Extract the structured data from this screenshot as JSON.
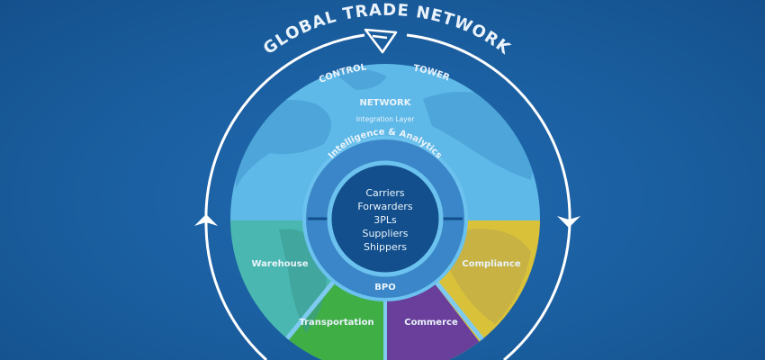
{
  "title": "GLOBAL TRADE NETWORK",
  "control_tower": {
    "left": "CONTROL",
    "right": "TOWER",
    "icon": "control-tower-bird-icon"
  },
  "network": {
    "title": "NETWORK",
    "subtitle": "Integration Layer"
  },
  "ring_middle": {
    "top": "Intelligence & Analytics",
    "bottom": "BPO"
  },
  "core": {
    "items": [
      "Carriers",
      "Forwarders",
      "3PLs",
      "Suppliers",
      "Shippers"
    ]
  },
  "segments": {
    "warehouse": "Warehouse",
    "transportation": "Transportation",
    "commerce": "Commerce",
    "compliance": "Compliance"
  },
  "colors": {
    "background": "#1a5e9f",
    "globe": "#5fb9e8",
    "land": "#4fa3d6",
    "middle_ring": "#3a86c8",
    "core": "#124f8c",
    "warehouse": "#4ab8b0",
    "transportation": "#3fae45",
    "commerce": "#6a3f9c",
    "compliance": "#d9c23a"
  },
  "arrows": {
    "left": "arrow-up-icon",
    "right": "arrow-down-icon"
  }
}
